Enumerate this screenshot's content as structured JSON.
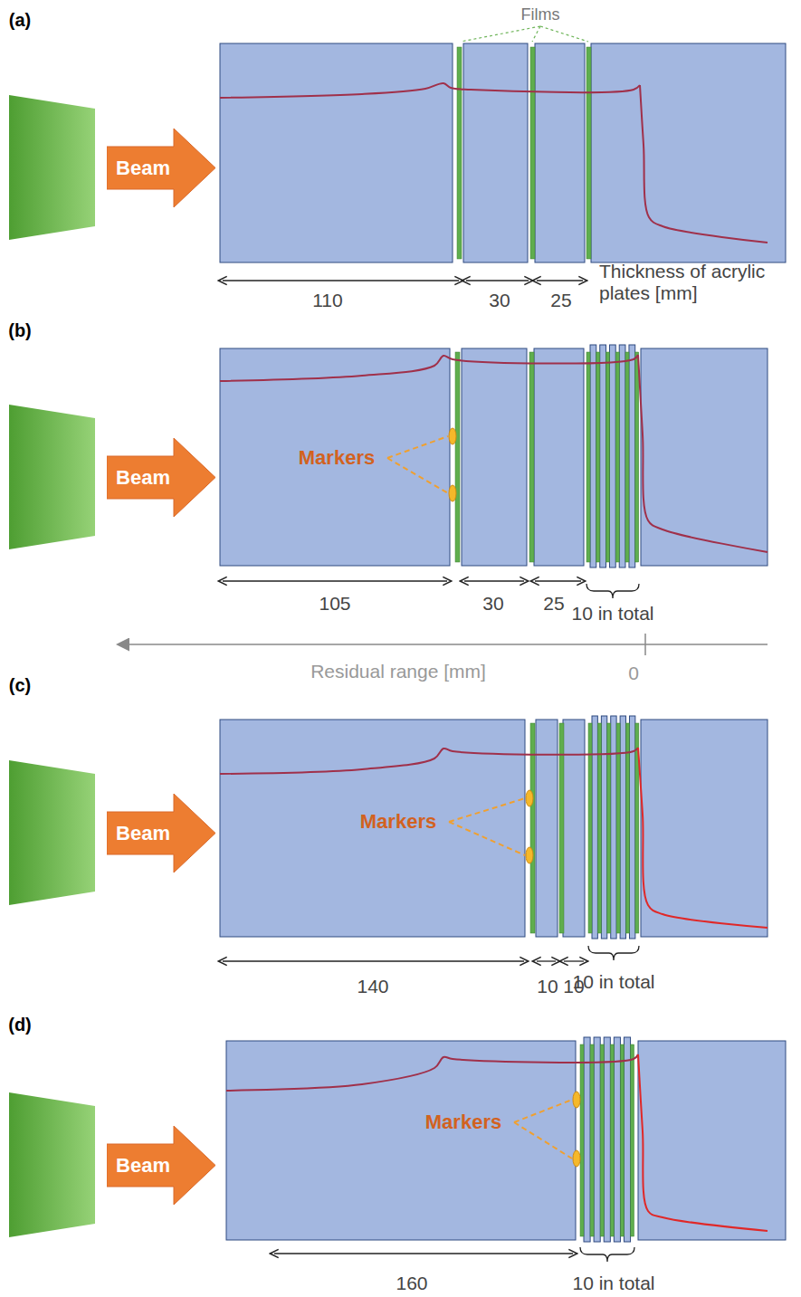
{
  "diagram": {
    "nodes": [
      {
        "text": [
          "Beam"
        ]
      },
      {
        "text": [
          "Beam"
        ]
      },
      {
        "text": [
          "Beam"
        ]
      },
      {
        "text": [
          "Beam"
        ]
      }
    ],
    "labels": [
      "(a)",
      "Films",
      "110",
      "30",
      "25",
      "Thickness of acrylic plates [mm]",
      "(b)",
      "Markers",
      "105",
      "30",
      "25",
      "10 in total",
      "Residual range [mm]",
      "0",
      "(c)",
      "Markers",
      "140",
      "10",
      "10",
      "10 in total",
      "(d)",
      "Markers",
      "160",
      "10 in total"
    ]
  }
}
